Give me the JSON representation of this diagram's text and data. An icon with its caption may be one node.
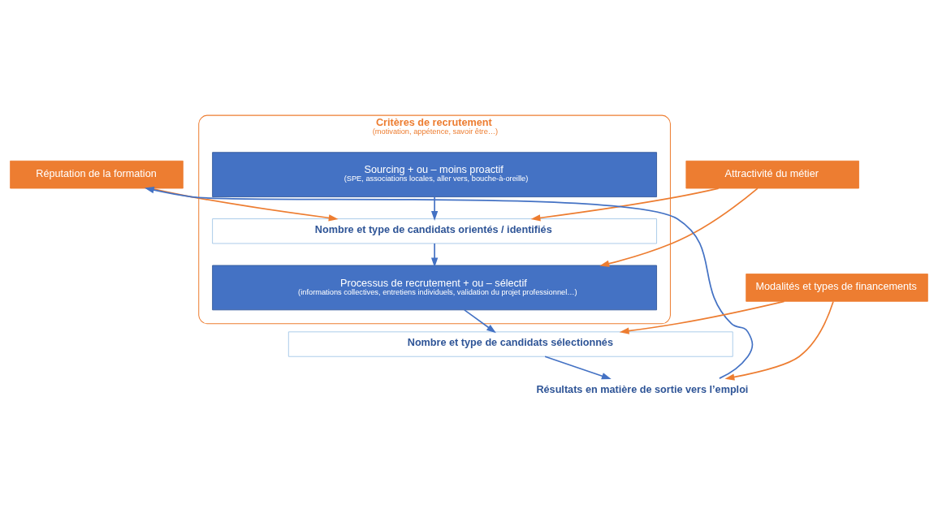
{
  "diagram": {
    "nodes": [
      {
        "text": [
          "Réputation de la formation"
        ]
      },
      {
        "text": [
          "Attractivité du métier"
        ]
      },
      {
        "text": [
          "Critères de recrutement",
          "(motivation, appétence, savoir être…)"
        ]
      },
      {
        "text": [
          "Sourcing + ou – moins proactif",
          "(SPE, associations locales, aller vers, bouche-à-oreille)"
        ],
        "in": 2
      },
      {
        "text": [
          "Nombre et type de candidats orientés / identifiés"
        ],
        "in": 2
      },
      {
        "text": [
          "Processus de recrutement + ou – sélectif",
          "(informations collectives, entretiens individuels, validation du projet professionnel…)"
        ],
        "in": 2
      },
      {
        "text": [
          "Nombre et type de candidats sélectionnés"
        ]
      },
      {
        "text": [
          "Résultats en matière de sortie vers l’emploi"
        ]
      },
      {
        "text": [
          "Modalités et types de financements"
        ]
      }
    ],
    "edges": [
      {
        "from": 0,
        "to": 4,
        "arrow": "to",
        "color": "#ed7d31"
      },
      {
        "from": 3,
        "to": 4,
        "arrow": "to",
        "color": "#4472c4"
      },
      {
        "from": 1,
        "to": 4,
        "arrow": "to",
        "color": "#ed7d31"
      },
      {
        "from": 1,
        "to": 5,
        "arrow": "to",
        "color": "#ed7d31"
      },
      {
        "from": 4,
        "to": 5,
        "arrow": "to",
        "color": "#4472c4"
      },
      {
        "from": 5,
        "to": 6,
        "arrow": "to",
        "color": "#4472c4"
      },
      {
        "from": 8,
        "to": 6,
        "arrow": "to",
        "color": "#ed7d31"
      },
      {
        "from": 6,
        "to": 7,
        "arrow": "to",
        "color": "#4472c4"
      },
      {
        "from": 8,
        "to": 7,
        "arrow": "to",
        "color": "#ed7d31"
      },
      {
        "from": 7,
        "to": 0,
        "arrow": "to",
        "color": "#4472c4"
      }
    ]
  }
}
